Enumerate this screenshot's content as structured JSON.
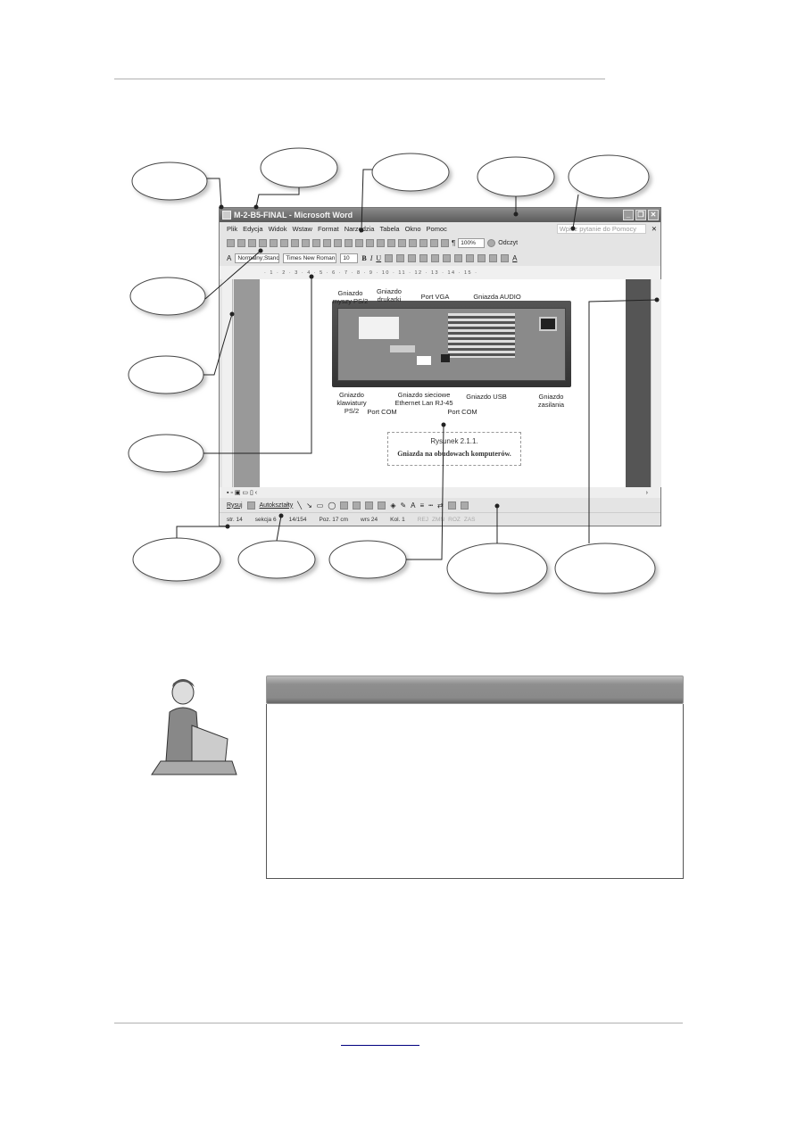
{
  "word": {
    "title": "M-2-B5-FINAL - Microsoft Word",
    "menu": [
      "Plik",
      "Edycja",
      "Widok",
      "Wstaw",
      "Format",
      "Narzędzia",
      "Tabela",
      "Okno",
      "Pomoc"
    ],
    "help_placeholder": "Wpisz pytanie do Pomocy",
    "zoom": "100%",
    "read_button": "Odczyt",
    "style": "Normalny;Stanc",
    "font": "Times New Roman",
    "font_size": "10",
    "bold": "B",
    "italic": "I",
    "underline": "U",
    "ruler": "· 1 · 2 · 3 · 4 · 5 · 6 · 7 · 8 · 9 · 10 · 11 · 12 · 13 · 14 · 15 ·",
    "draw_label": "Rysuj",
    "autoshapes_label": "Autokształty",
    "status": [
      "str. 14",
      "sekcja 6",
      "14/154",
      "Poz. 17 cm",
      "wrs 24",
      "Kol. 1",
      "REJ",
      "ZMN",
      "ROZ",
      "ZAS"
    ]
  },
  "figure": {
    "labels": {
      "mouse": "Gniazdo myszy PS/2",
      "printer": "Gniazdo drukarki",
      "vga": "Port VGA",
      "audio": "Gniazda AUDIO",
      "keyboard": "Gniazdo klawiatury PS/2",
      "com1": "Port COM",
      "ethernet": "Gniazdo sieciowe Ethernet Lan RJ-45",
      "com2": "Port COM",
      "usb": "Gniazdo USB",
      "power": "Gniazdo zasilania"
    },
    "caption_number": "Rysunek 2.1.1.",
    "caption_title": "Gniazda na obudowach komputerów."
  },
  "colors": {
    "titlebar": "#5a5a5a",
    "box_header": "#8e8e8e"
  }
}
